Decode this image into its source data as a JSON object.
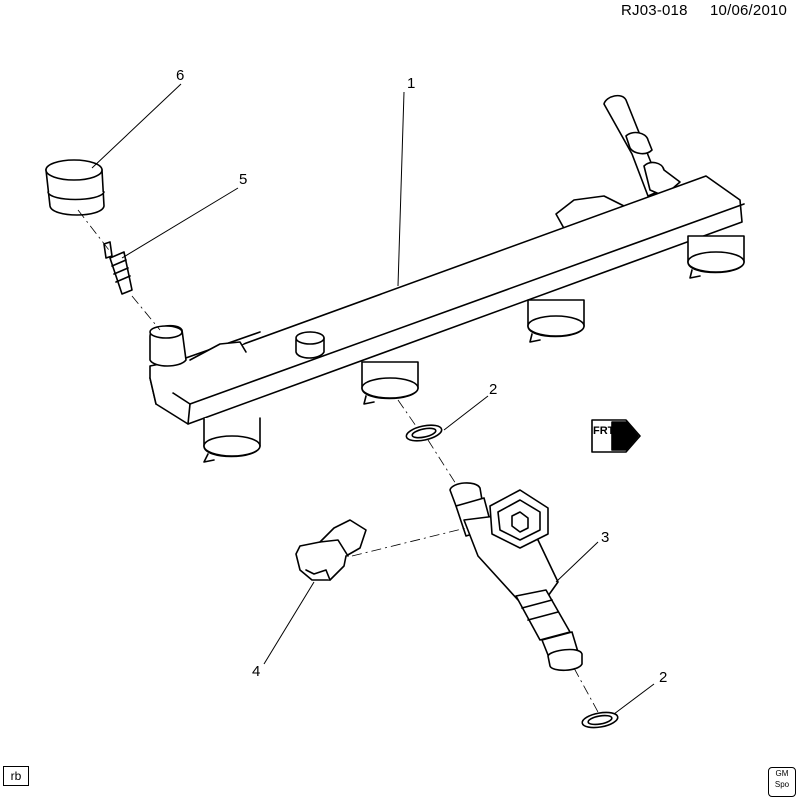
{
  "header": {
    "drawing_id": "RJ03-018",
    "date": "10/06/2010"
  },
  "callouts": [
    "1",
    "2",
    "2",
    "3",
    "4",
    "5",
    "6"
  ],
  "badges": {
    "corner_label": "rb",
    "logo_line1": "GM",
    "logo_line2": "Spo"
  },
  "front_arrow": {
    "label": "FRT"
  }
}
